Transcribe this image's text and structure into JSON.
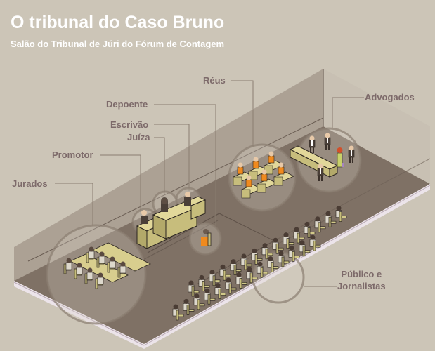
{
  "header": {
    "title": "O tribunal do Caso Bruno",
    "subtitle": "Salão do Tribunal de Júri do Fórum de Contagem"
  },
  "labels": {
    "reus": "Réus",
    "advogados": "Advogados",
    "depoente": "Depoente",
    "escrivao": "Escrivão",
    "juiza": "Juíza",
    "promotor": "Promotor",
    "jurados": "Jurados",
    "publico_line1": "Público e",
    "publico_line2": "Jornalistas"
  },
  "colors": {
    "background": "#ccc5b7",
    "floor": "#7d6f63",
    "wall": "#9b8f84",
    "label": "#7d6a6a",
    "leader_line": "#8a7d70",
    "desk": "#d2c98a",
    "defendant": "#f08a1e",
    "suit": "#4a3f38",
    "public_shirt": "#ddd8cc"
  }
}
